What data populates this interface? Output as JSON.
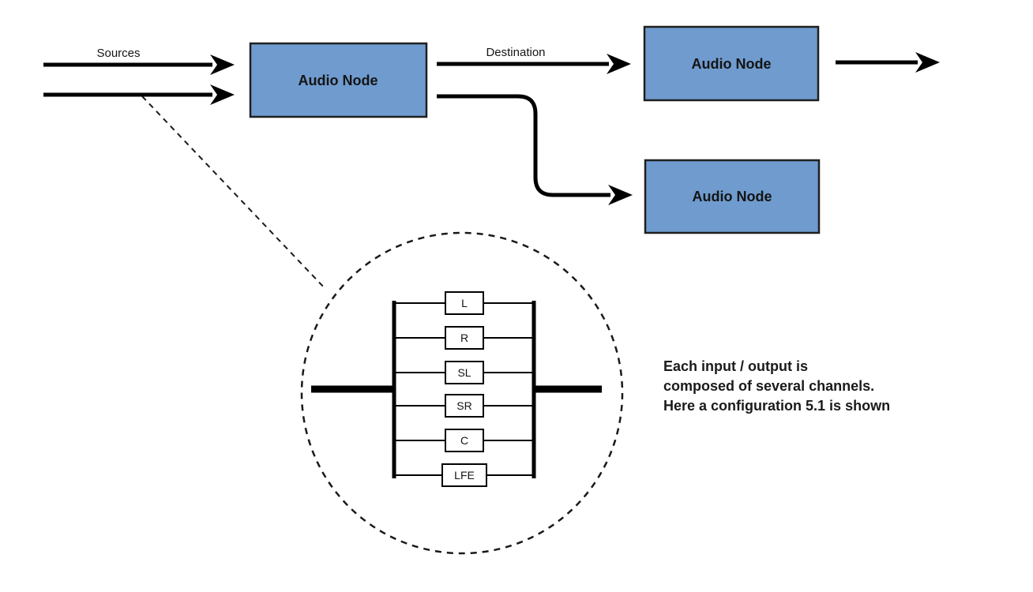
{
  "diagram": {
    "title_hint": "Audio node routing diagram",
    "colors": {
      "node_fill": "#6f9bce",
      "node_border": "#1f1f1f",
      "line": "#000000",
      "channel_box_fill": "#ffffff"
    },
    "labels": {
      "sources": "Sources",
      "destination": "Destination"
    },
    "nodes": [
      {
        "label": "Audio Node"
      },
      {
        "label": "Audio Node"
      },
      {
        "label": "Audio Node"
      }
    ],
    "channels": [
      "L",
      "R",
      "SL",
      "SR",
      "C",
      "LFE"
    ],
    "annotation": {
      "line1": "Each input / output is",
      "line2": "composed of several channels.",
      "line3": "Here a configuration 5.1 is shown"
    }
  }
}
